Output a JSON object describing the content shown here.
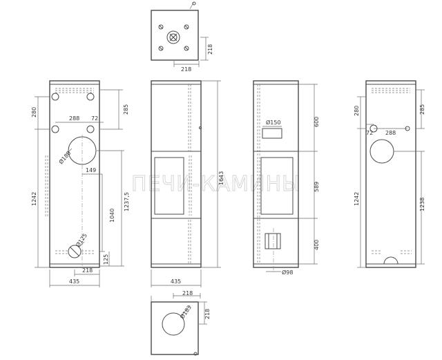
{
  "watermark": "ПЕЧИ-КАМИНЫ",
  "top_view": {
    "dim_width": "218",
    "dim_depth": "218"
  },
  "front_view": {
    "dim_280": "280",
    "dim_285": "285",
    "dim_288": "288",
    "dim_72": "72",
    "dim_d180": "Ø180",
    "dim_149": "149",
    "dim_1242": "1242",
    "dim_1040": "1040",
    "dim_1237_5": "1237,5",
    "dim_d125": "Ø125",
    "dim_125": "125",
    "dim_218": "218",
    "dim_435": "435"
  },
  "side_view": {
    "dim_1643": "1643",
    "dim_435": "435"
  },
  "section_view": {
    "dim_d150": "Ø150",
    "dim_600": "600",
    "dim_589": "589",
    "dim_400": "400",
    "dim_d98": "Ø98"
  },
  "back_view": {
    "dim_280": "280",
    "dim_285": "285",
    "dim_72": "72",
    "dim_288": "288",
    "dim_1242": "1242",
    "dim_1238": "1238"
  },
  "bottom_view": {
    "dim_218": "218",
    "dim_d183": "Ø183",
    "dim_218b": "218"
  }
}
